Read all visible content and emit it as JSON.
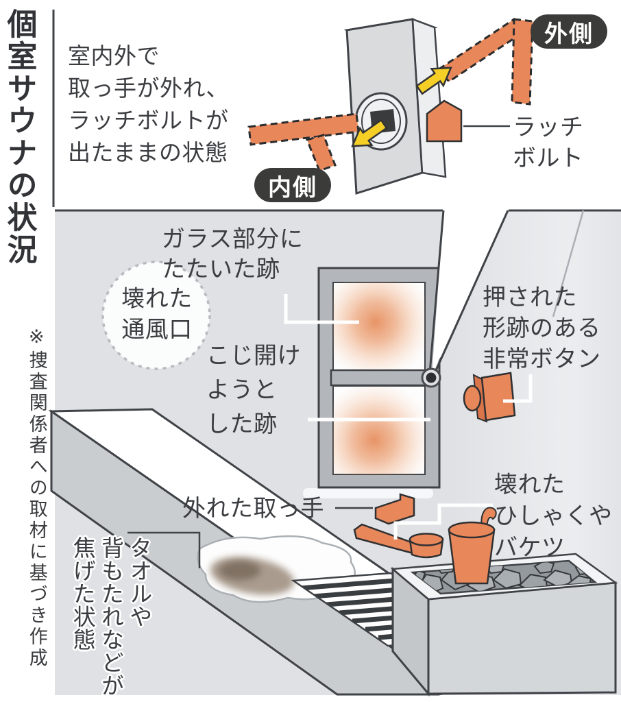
{
  "title": "個室サウナの状況",
  "source_note": "※捜査関係者への取材に基づき作成",
  "lock_diagram": {
    "description": [
      "室内外で",
      "取っ手が外れ、",
      "ラッチボルトが",
      "出たままの状態"
    ],
    "outside_label": "外側",
    "inside_label": "内側",
    "latch_bolt_label": [
      "ラッチ",
      "ボルト"
    ]
  },
  "room_diagram": {
    "vent_label": [
      "壊れた",
      "通風口"
    ],
    "glass_label": [
      "ガラス部分に",
      "たたいた跡"
    ],
    "pry_label": [
      "こじ開け",
      "ようと",
      "した跡"
    ],
    "emergency_button_label": [
      "押された",
      "形跡のある",
      "非常ボタン"
    ],
    "detached_handle_label": "外れた取っ手",
    "broken_items_label": [
      "壊れた",
      "ひしゃくや",
      "バケツ"
    ],
    "burnt_label": [
      "タオルや",
      "背もたれなどが",
      "焦げた状態"
    ]
  },
  "colors": {
    "ink": "#3B3D41",
    "orange": "#E8875A",
    "orange-dark": "#D9744B",
    "yellow": "#F6CF26",
    "pill": "#3B3B39",
    "wall": "#DFE1E4",
    "door-frame": "#B3B6BA",
    "glass-mark": "#E2793F",
    "stain": "#8E7B69"
  }
}
